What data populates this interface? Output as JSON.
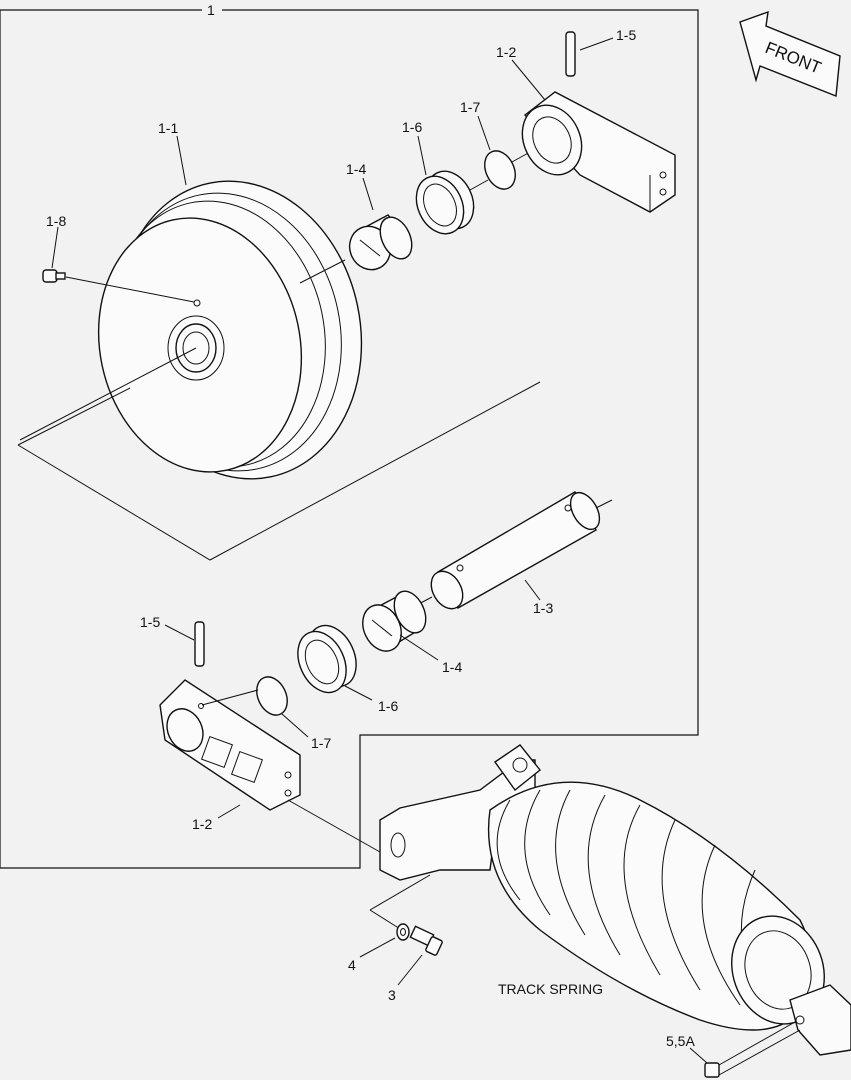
{
  "labels": {
    "assembly": "1",
    "idler_wheel": "1-1",
    "bracket_top": "1-2",
    "bracket_bottom": "1-2",
    "shaft": "1-3",
    "bushing_top": "1-4",
    "bushing_bottom": "1-4",
    "pin_top": "1-5",
    "pin_bottom": "1-5",
    "seal_top": "1-6",
    "seal_bottom": "1-6",
    "oring_top": "1-7",
    "oring_bottom": "1-7",
    "plug": "1-8",
    "bolt": "3",
    "washer": "4",
    "grease_fitting": "5,5A"
  },
  "front_arrow": "FRONT",
  "track_spring": "TRACK SPRING",
  "colors": {
    "background": "#f2f2f2",
    "ink": "#111111",
    "part_fill": "#fbfbfb"
  }
}
